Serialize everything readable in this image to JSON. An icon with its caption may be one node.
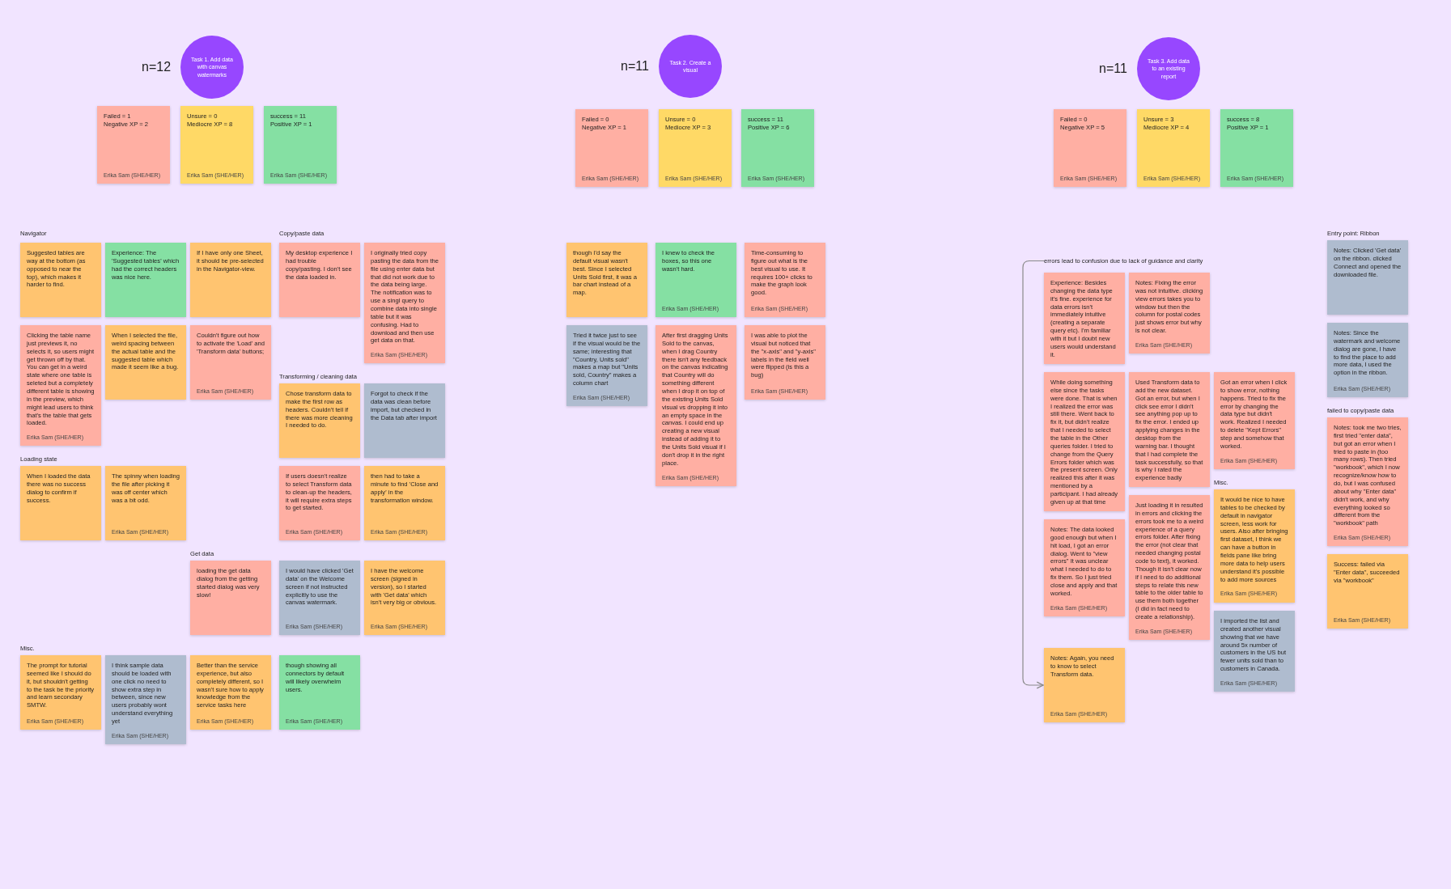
{
  "diagram": {
    "nodes": [
      {
        "text": [
          "Task 1. Add data with canvas watermarks"
        ],
        "beside": [
          "n=12"
        ]
      },
      {
        "text": [
          "Failed = 1",
          "Negative XP = 2",
          "Erika Sam (SHE/HER)"
        ]
      },
      {
        "text": [
          "Unsure = 0",
          "Mediocre XP = 8",
          "Erika Sam (SHE/HER)"
        ]
      },
      {
        "text": [
          "success = 11",
          "Positive XP = 1",
          "Erika Sam (SHE/HER)"
        ]
      },
      {
        "text": [
          "Task 2. Create a visual"
        ],
        "beside": [
          "n=11"
        ]
      },
      {
        "text": [
          "Failed = 0",
          "Negative XP = 1",
          "Erika Sam (SHE/HER)"
        ]
      },
      {
        "text": [
          "Unsure = 0",
          "Mediocre XP = 3",
          "Erika Sam (SHE/HER)"
        ]
      },
      {
        "text": [
          "success = 11",
          "Positive XP = 6",
          "Erika Sam (SHE/HER)"
        ]
      },
      {
        "text": [
          "Task 3. Add data to an existing report"
        ],
        "beside": [
          "n=11"
        ]
      },
      {
        "text": [
          "Failed = 0",
          "Negative XP = 5",
          "Erika Sam (SHE/HER)"
        ]
      },
      {
        "text": [
          "Unsure = 3",
          "Mediocre XP = 4",
          "Erika Sam (SHE/HER)"
        ]
      },
      {
        "text": [
          "success = 8",
          "Positive XP = 1",
          "Erika Sam (SHE/HER)"
        ]
      },
      {
        "text": [
          "Suggested tables are way at the bottom (as opposed to near the top), which makes it harder to find."
        ]
      },
      {
        "text": [
          "Experience: The 'Suggested tables' which had the correct headers was nice here."
        ]
      },
      {
        "text": [
          "Clicking the table name just previews it, no selects it, so users might get thrown off by that. You can get in a weird state where one table is seleted but a completely different table is showing in the preview, which might lead users to think that's the table that gets loaded.",
          "Erika Sam (SHE/HER)"
        ]
      },
      {
        "text": [
          "If I have only one Sheet, it should be pre-selected in the Navigator-view."
        ]
      },
      {
        "text": [
          "When I selected the file, weird spacing between the actual table and the suggested table which made it seem like a bug."
        ]
      },
      {
        "text": [
          "Couldn't figure out how to activate the 'Load' and 'Transform data' buttons;",
          "Erika Sam (SHE/HER)"
        ]
      },
      {
        "text": [
          "My desktop experience I had trouble copy/pasting. I don't see the data loaded in."
        ]
      },
      {
        "text": [
          "I originally tried copy pasting the data from the file using enter data but that did not work due to the data being large. The notification was to use a singl query to combine data into single table but it was confusing. Had to download and then use get data on that.",
          "Erika Sam (SHE/HER)"
        ]
      },
      {
        "text": [
          "Chose transform data to make the first row as headers. Couldn't tell if there was more cleaning I needed to do."
        ]
      },
      {
        "text": [
          "Forgot to check if the data was clean before import, but checked in the Data tab after import"
        ]
      },
      {
        "text": [
          "If users doesn't realize to select Transform data to clean-up the headers, it will require extra steps to get started.",
          "Erika Sam (SHE/HER)"
        ]
      },
      {
        "text": [
          "then had to take a minute to find 'Close and apply' in the transformation window.",
          "Erika Sam (SHE/HER)"
        ]
      },
      {
        "text": [
          "loading the get data dialog from the getting started dialog was very slow!"
        ]
      },
      {
        "text": [
          "I would have clicked 'Get data' on the Welcome screen if not instructed explicitly to use the canvas watermark.",
          "Erika Sam (SHE/HER)"
        ]
      },
      {
        "text": [
          "I have the welcome screen (signed in version), so I started with 'Get data' which isn't very big or obvious.",
          "Erika Sam (SHE/HER)"
        ]
      },
      {
        "text": [
          "When I loaded the data there was no success dialog to confirm if success."
        ]
      },
      {
        "text": [
          "The spinny when loading the file after picking it was off center which was a bit odd.",
          "Erika Sam (SHE/HER)"
        ]
      },
      {
        "text": [
          "The prompt for tutorial seemed like I should do it, but shouldn't getting to the task be the priority and learn secondary SMTW.",
          "Erika Sam (SHE/HER)"
        ]
      },
      {
        "text": [
          "I think sample data should be loaded with one click no need to show extra step in between, since new users probably wont understand everything yet",
          "Erika Sam (SHE/HER)"
        ]
      },
      {
        "text": [
          "Better than the service experience, but also completely different, so I wasn't sure how to apply knowledge from the service tasks here",
          "Erika Sam (SHE/HER)"
        ]
      },
      {
        "text": [
          "though showing all connectors by default will likely overwhelm users.",
          "Erika Sam (SHE/HER)"
        ]
      },
      {
        "text": [
          "though I'd say the default visual wasn't best. Since I selected Units Sold first, it was a bar chart instead of a map."
        ]
      },
      {
        "text": [
          "Tried it twice just to see if the visual would be the same; interesting that \"Country, Units sold\" makes a map but \"Units sold, Country\" makes a column chart",
          "Erika Sam (SHE/HER)"
        ]
      },
      {
        "text": [
          "I knew to check the boxes, so this one wasn't hard.",
          "Erika Sam (SHE/HER)"
        ]
      },
      {
        "text": [
          "Time-consuming to figure out what is the best visual to use. It requires 100+ clicks to make the graph look good.",
          "Erika Sam (SHE/HER)"
        ]
      },
      {
        "text": [
          "I was able to plot the visual but noticed that the \"x-axis\" and \"y-axis\" labels in the field well were flipped (is this a bug)",
          "Erika Sam (SHE/HER)"
        ]
      },
      {
        "text": [
          "After first dragging Units Sold to the canvas, when I drag Country there isn't any feedback on the canvas indicating that Country will do something different when I drop it on top of the existing Units Sold visual vs dropping it into an empty space in the canvas. I could end up creating a new visual instead of adding it to the Units Sold visual if I don't drop it in the right place.",
          "Erika Sam (SHE/HER)"
        ]
      },
      {
        "text": [
          "errors lead to confusion due to lack of guidance and clarity"
        ]
      },
      {
        "text": [
          "Experience: Besides changing the data type it's fine. experience for data errors isn't immediately intuitive (creating a separate query etc). I'm familiar with it but I doubt new users would understand it."
        ]
      },
      {
        "text": [
          "Notes: Fixing the error was not intuitive. clicking view errors takes you to window but then the column for postal codes just shows error but why is not clear.",
          "Erika Sam (SHE/HER)"
        ]
      },
      {
        "text": [
          "While doing something else since the tasks were done. That is when I realized the error was still there. Went back to fix it, but didn't realize that I needed to select the table in the Other queries folder. I tried to change from the Query Errors folder which was the present screen. Only realized this after it was mentioned by a participant. I had already given up at that time"
        ]
      },
      {
        "text": [
          "Notes: The data looked good enough but when I hit load, I got an error dialog. Went to \"view errors\" It was unclear what I needed to do to fix them. So I just tried close and apply and that worked.",
          "Erika Sam (SHE/HER)"
        ]
      },
      {
        "text": [
          "Used Transform data to add the new dataset. Got an error, but when I click see error I didn't see anything pop up to fix the error. I ended up applying changes in the desktop from the warning bar. I thought that I had complete the task successfully, so that is why I rated the experience badly"
        ]
      },
      {
        "text": [
          "Just loading it in resulted in errors and clicking the errors took me to a weird experience of a query errors folder. After fixing the error (not clear that needed changing postal code to text), it worked. Though it isn't clear now if I need to do additional steps to relate this new table to the older table to use them both together (I did in fact need to create a relationship).",
          "Erika Sam (SHE/HER)"
        ]
      },
      {
        "text": [
          "Got an error when I click to show error, nothing happens. Tried to fix the error by changing the data type but didn't work. Realized I needed to delete \"Kept Errors\" step and somehow that worked.",
          "Erika Sam (SHE/HER)"
        ]
      },
      {
        "text": [
          "Notes: Again, you need to know to select Transform data.",
          "Erika Sam (SHE/HER)"
        ]
      },
      {
        "text": [
          "Notes: Clicked 'Get data' on the ribbon. clicked Connect and opened the downloaded file."
        ]
      },
      {
        "text": [
          "Notes: Since the watermark and welcome dialog are gone, I have to find the place to add more data, I used the option in the ribbon.",
          "Erika Sam (SHE/HER)"
        ]
      },
      {
        "text": [
          "Notes: took me two tries, first tried \"enter data\", but got an error when I tried to paste in (too many rows). Then tried \"workbook\", which I now recognize/know how to do, but I was confused about why \"Enter data\" didn't work, and why everything looked so different from the \"workbook\" path",
          "Erika Sam (SHE/HER)"
        ]
      },
      {
        "text": [
          "Success: failed via \"Enter data\", succeeded via \"workbook\"",
          "Erika Sam (SHE/HER)"
        ]
      },
      {
        "text": [
          "It would be nice to have tables to be checked by default in navigator screen, less work for users. Also after bringing first dataset, I think we can have a button in fields pane like bring more data to help users understand it's possible to add more sources",
          "Erika Sam (SHE/HER)"
        ]
      },
      {
        "text": [
          "I imported the list and created another visual showing that we have around 5x number of customers in the US but fewer units sold than to customers in Canada.",
          "Erika Sam (SHE/HER)"
        ]
      }
    ],
    "edges": [
      {
        "from": 39,
        "to": 47,
        "arrow": "to"
      }
    ],
    "labels": [
      "Navigator",
      "Copy/paste data",
      "Transforming / cleaning data",
      "Entry point: Ribbon",
      "Get data",
      "failed to copy/paste data",
      "Loading state",
      "Misc.",
      "Misc."
    ]
  }
}
